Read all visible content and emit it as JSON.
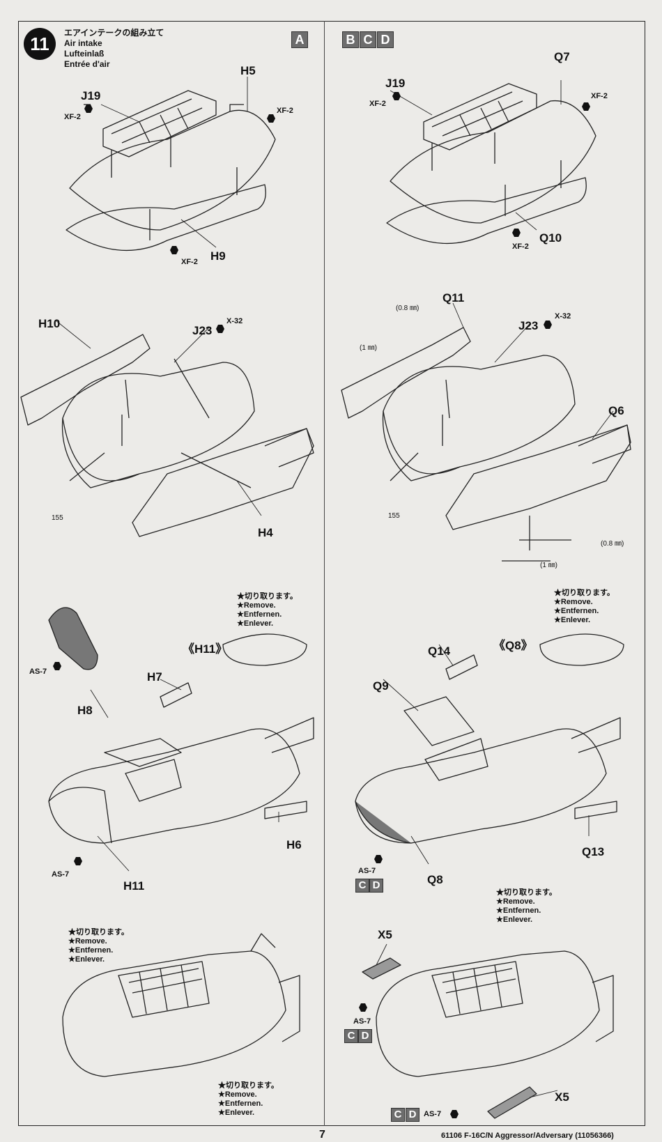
{
  "step": {
    "number": "11",
    "title_jp": "エアインテークの組み立て",
    "title_en": "Air intake",
    "title_de": "Lufteinlaß",
    "title_fr": "Entrée d'air"
  },
  "variants": {
    "left": "A",
    "right": [
      "B",
      "C",
      "D"
    ],
    "cd": [
      "C",
      "D"
    ]
  },
  "parts": {
    "j19": "J19",
    "h5": "H5",
    "h9": "H9",
    "q7": "Q7",
    "q10": "Q10",
    "h10": "H10",
    "j23": "J23",
    "h4": "H4",
    "q11": "Q11",
    "q6": "Q6",
    "h11": "H11",
    "h11_ref": "《H11》",
    "h7": "H7",
    "h8": "H8",
    "h6": "H6",
    "q8": "Q8",
    "q8_ref": "《Q8》",
    "q9": "Q9",
    "q14": "Q14",
    "q13": "Q13",
    "x5": "X5",
    "part155": "155"
  },
  "paints": {
    "xf2": "XF-2",
    "x32": "X-32",
    "as7": "AS-7"
  },
  "drill": {
    "d08": "(0.8 ㎜)",
    "d1": "(1 ㎜)"
  },
  "remove_note": {
    "jp": "★切り取ります。",
    "en": "★Remove.",
    "de": "★Entfernen.",
    "fr": "★Enlever."
  },
  "page_number": "7",
  "footer": "61106  F-16C/N Aggressor/Adversary (11056366)",
  "colors": {
    "background": "#ecebe8",
    "variant_box": "#6d6d6d",
    "ink": "#111111"
  }
}
